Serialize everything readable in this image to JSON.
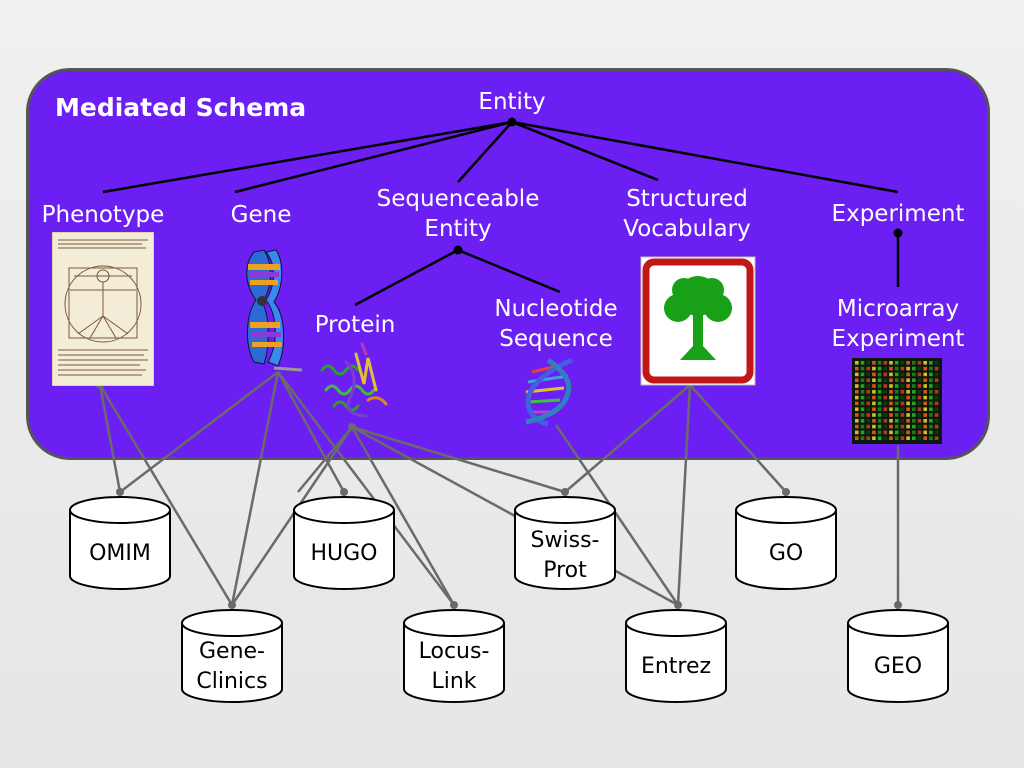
{
  "schema": {
    "title": "Mediated Schema",
    "fill_color": "#6b1ff2",
    "root": "Entity",
    "nodes": {
      "phenotype": "Phenotype",
      "gene": "Gene",
      "sequenceable": "Sequenceable\nEntity",
      "structured_vocabulary": "Structured\nVocabulary",
      "experiment": "Experiment",
      "protein": "Protein",
      "nucleotide": "Nucleotide\nSequence",
      "microarray": "Microarray\nExperiment"
    }
  },
  "databases": {
    "omim": "OMIM",
    "hugo": "HUGO",
    "swissprot": "Swiss-\nProt",
    "go": "GO",
    "geneclinics": "Gene-\nClinics",
    "locuslink": "Locus-\nLink",
    "entrez": "Entrez",
    "geo": "GEO"
  },
  "icons": {
    "phenotype": "vitruvian-man-image",
    "gene": "chromosome-image",
    "protein": "protein-structure-image",
    "nucleotide": "dna-helix-image",
    "vocabulary": "tree-sign-image",
    "microarray": "microarray-chip-image"
  }
}
